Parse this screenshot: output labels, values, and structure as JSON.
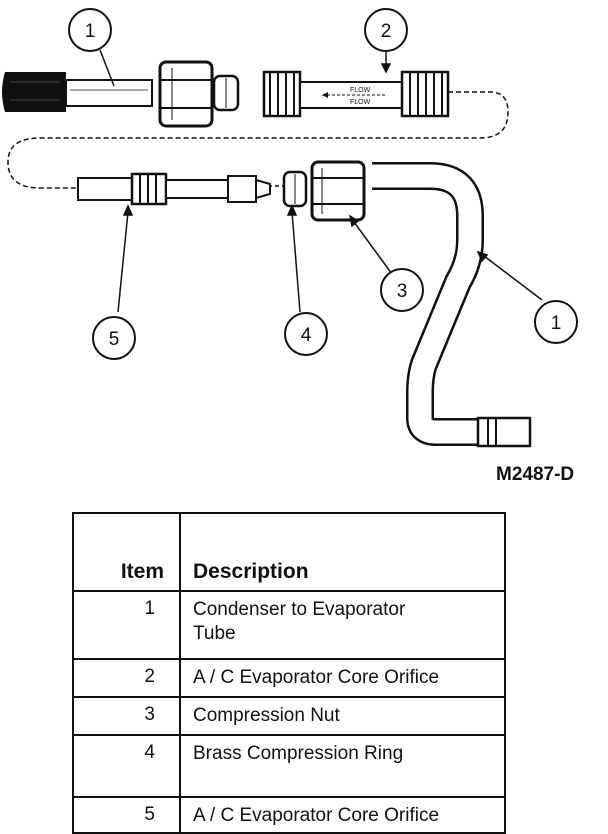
{
  "figure": {
    "id": "M2487-D",
    "flow_label_top": "FLOW",
    "flow_label_bottom": "FLOW",
    "callouts": [
      "1",
      "2",
      "3",
      "1",
      "4",
      "5"
    ]
  },
  "table": {
    "headers": {
      "item": "Item",
      "description": "Description"
    },
    "rows": [
      {
        "item": "1",
        "description_line1": "Condenser to Evaporator",
        "description_line2": "Tube"
      },
      {
        "item": "2",
        "description_line1": "A / C Evaporator Core Orifice",
        "description_line2": ""
      },
      {
        "item": "3",
        "description_line1": "Compression Nut",
        "description_line2": ""
      },
      {
        "item": "4",
        "description_line1": "Brass Compression Ring",
        "description_line2": ""
      },
      {
        "item": "5",
        "description_line1": "A / C Evaporator Core Orifice",
        "description_line2": ""
      }
    ]
  }
}
